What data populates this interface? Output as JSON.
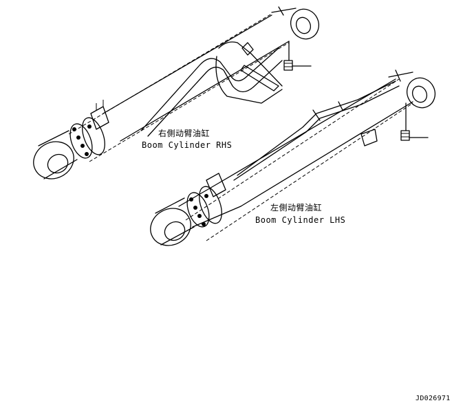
{
  "rhs_cylinder": {
    "label_cn": "右側动臂油缸",
    "label_en": "Boom Cylinder RHS"
  },
  "lhs_cylinder": {
    "label_cn": "左側动臂油缸",
    "label_en": "Boom Cylinder LHS"
  },
  "drawing_id": "JD026971"
}
